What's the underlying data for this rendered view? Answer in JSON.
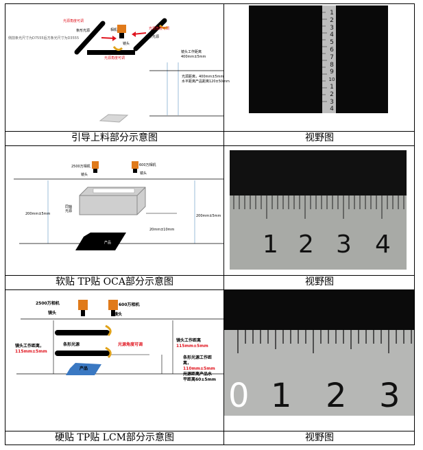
{
  "rows": [
    {
      "caption": "引导上料部分示意图",
      "view_caption": "视野图",
      "labels": {
        "light_adj_top": "光源角度可调",
        "light_adj_right": "光源角度可调",
        "light_adj_bottom": "光源角度可调",
        "strip_light": "条形光源",
        "strip_light2": "条形光源",
        "camera": "相机",
        "lens": "镜头",
        "size_note": "侧前条光尺寸为D7555后方条光尺寸为D3555",
        "wd_label": "镜头工作距离",
        "wd_value": "400mm±5mm",
        "light_dist_1": "光源距离，400mm±5mm",
        "light_dist_2": "水平距离产品距离120±50mm"
      },
      "ruler_numbers": [
        "1",
        "2",
        "3",
        "4",
        "5",
        "6",
        "7",
        "8",
        "9",
        "10",
        "1",
        "2",
        "3",
        "4"
      ]
    },
    {
      "caption": "软贴 TP贴 OCA部分示意图",
      "view_caption": "视野图",
      "labels": {
        "cam1": "2500万相机",
        "cam2": "600万相机",
        "lens1": "镜头",
        "lens2": "镜头",
        "coax": "同轴光源",
        "dist_left": "200mm±5mm",
        "dist_right": "200mm±5mm",
        "dist_small": "20mm±10mm",
        "product": "产品"
      },
      "ruler_numbers": [
        "1",
        "2",
        "3",
        "4"
      ]
    },
    {
      "caption": "硬贴 TP贴 LCM部分示意图",
      "view_caption": "视野图",
      "labels": {
        "cam1": "2500万相机",
        "cam2": "600万相机",
        "lens1": "镜头",
        "lens2": "镜头",
        "strip": "条形光源",
        "adj": "光源角度可调",
        "wd_left_1": "镜头工作距离，",
        "wd_left_2": "115mm±5mm",
        "wd_right_1": "镜头工作距离",
        "wd_right_2": "115mm±5mm",
        "sd_1": "条形光源工作距",
        "sd_2": "离，",
        "sd_3": "110mm±5mm",
        "sd_4": "光源距离产品水",
        "sd_5": "平距离60±5mm",
        "product": "产品"
      },
      "ruler_numbers": [
        "0",
        "1",
        "2",
        "3"
      ]
    }
  ]
}
